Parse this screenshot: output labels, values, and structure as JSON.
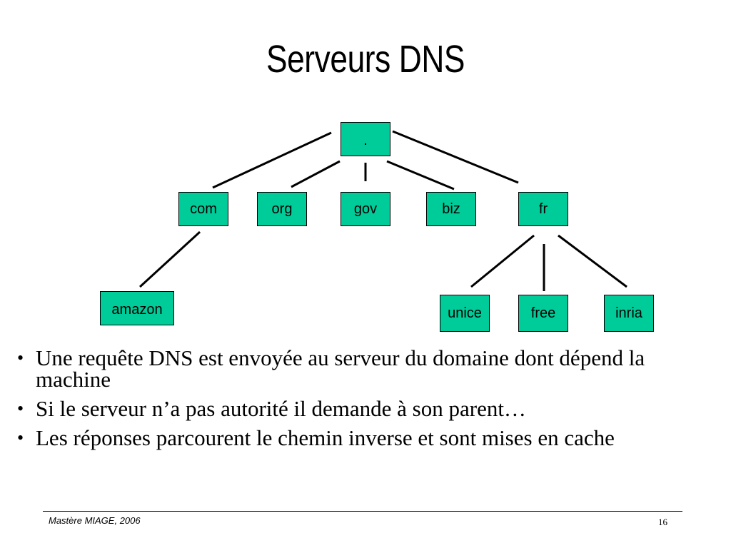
{
  "title": "Serveurs DNS",
  "tree": {
    "root": ".",
    "tld": [
      "com",
      "org",
      "gov",
      "biz",
      "fr"
    ],
    "com_children": [
      "amazon"
    ],
    "fr_children": [
      "unice",
      "free",
      "inria"
    ],
    "node_color": "#00cc99"
  },
  "bullets": [
    "Une requête DNS est envoyée au serveur du domaine dont dépend la machine",
    "Si le serveur n’a pas autorité il demande à son parent…",
    "Les réponses parcourent le chemin inverse et sont mises en cache"
  ],
  "footer": {
    "left": "Mastère MIAGE, 2006",
    "page": "16"
  }
}
